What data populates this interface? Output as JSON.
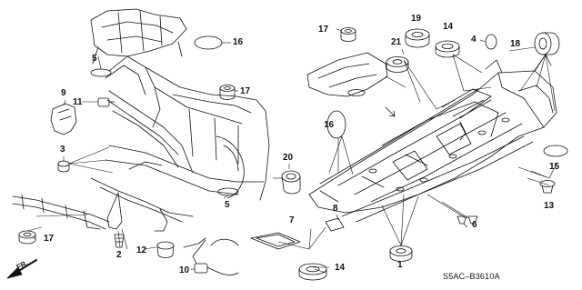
{
  "diagram": {
    "part_code": "S5AC–B3610A",
    "direction_label": "FR.",
    "callouts": {
      "c1": "1",
      "c2": "2",
      "c3": "3",
      "c4": "4",
      "c5a": "5",
      "c5b": "5",
      "c6": "6",
      "c7": "7",
      "c8": "8",
      "c9": "9",
      "c10": "10",
      "c11": "11",
      "c12": "12",
      "c13": "13",
      "c14a": "14",
      "c14b": "14",
      "c15": "15",
      "c16a": "16",
      "c16b": "16",
      "c17a": "17",
      "c17b": "17",
      "c17c": "17",
      "c18": "18",
      "c19": "19",
      "c20": "20",
      "c21": "21"
    }
  }
}
